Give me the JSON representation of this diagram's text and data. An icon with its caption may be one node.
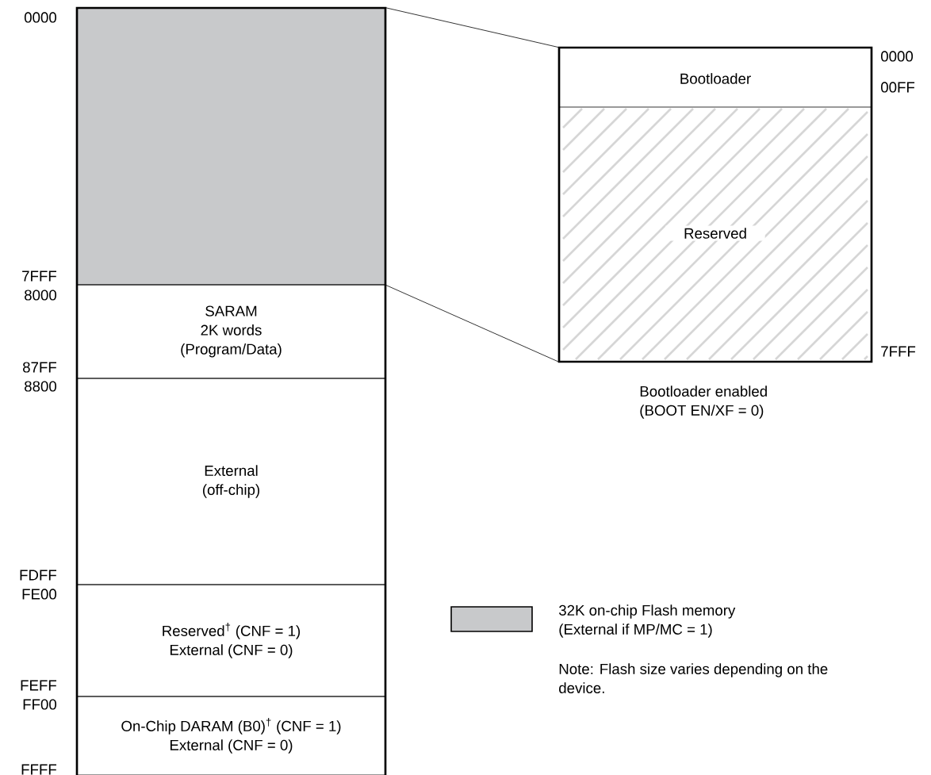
{
  "diagram": {
    "nodes": [
      {
        "text": [],
        "shape": "box"
      },
      {
        "text": [
          "SARAM",
          "2K words (Program/Data)"
        ]
      },
      {
        "text": [
          "External (off-chip)"
        ]
      },
      {
        "text": [
          "Reserved$^{†}$ (CNF = 1) External (CNF = 0)"
        ]
      },
      {
        "text": [
          "On-Chip DARAM (B0)$^{†}$ (CNF = 1) External (CNF = 0)"
        ]
      },
      {
        "text": [],
        "shape": "box"
      },
      {
        "text": [
          "Bootloader"
        ],
        "in": 5
      },
      {
        "text": [
          "Reserved"
        ],
        "in": 5,
        "beside": [
          "7FFF"
        ]
      }
    ],
    "edges": [
      {
        "from": 0,
        "to": 5,
        "arrow": "none"
      },
      {
        "from": 0,
        "to": 5,
        "arrow": "none"
      }
    ],
    "labels": [
      "0000",
      "0000",
      "00FF",
      "7FFF",
      "8000",
      "87FF",
      "8800",
      "Bootloader enabled (BOOT EN/XF = 0)",
      "FDFF",
      "FE00",
      "FEFF",
      "FF00",
      "Note: Flash size varies depending on the device.",
      "FFFF"
    ],
    "legend": [
      {
        "text": "32K on-chip Flash memory (External if MP/MC = 1)",
        "color": "#c8c9cb"
      }
    ]
  }
}
